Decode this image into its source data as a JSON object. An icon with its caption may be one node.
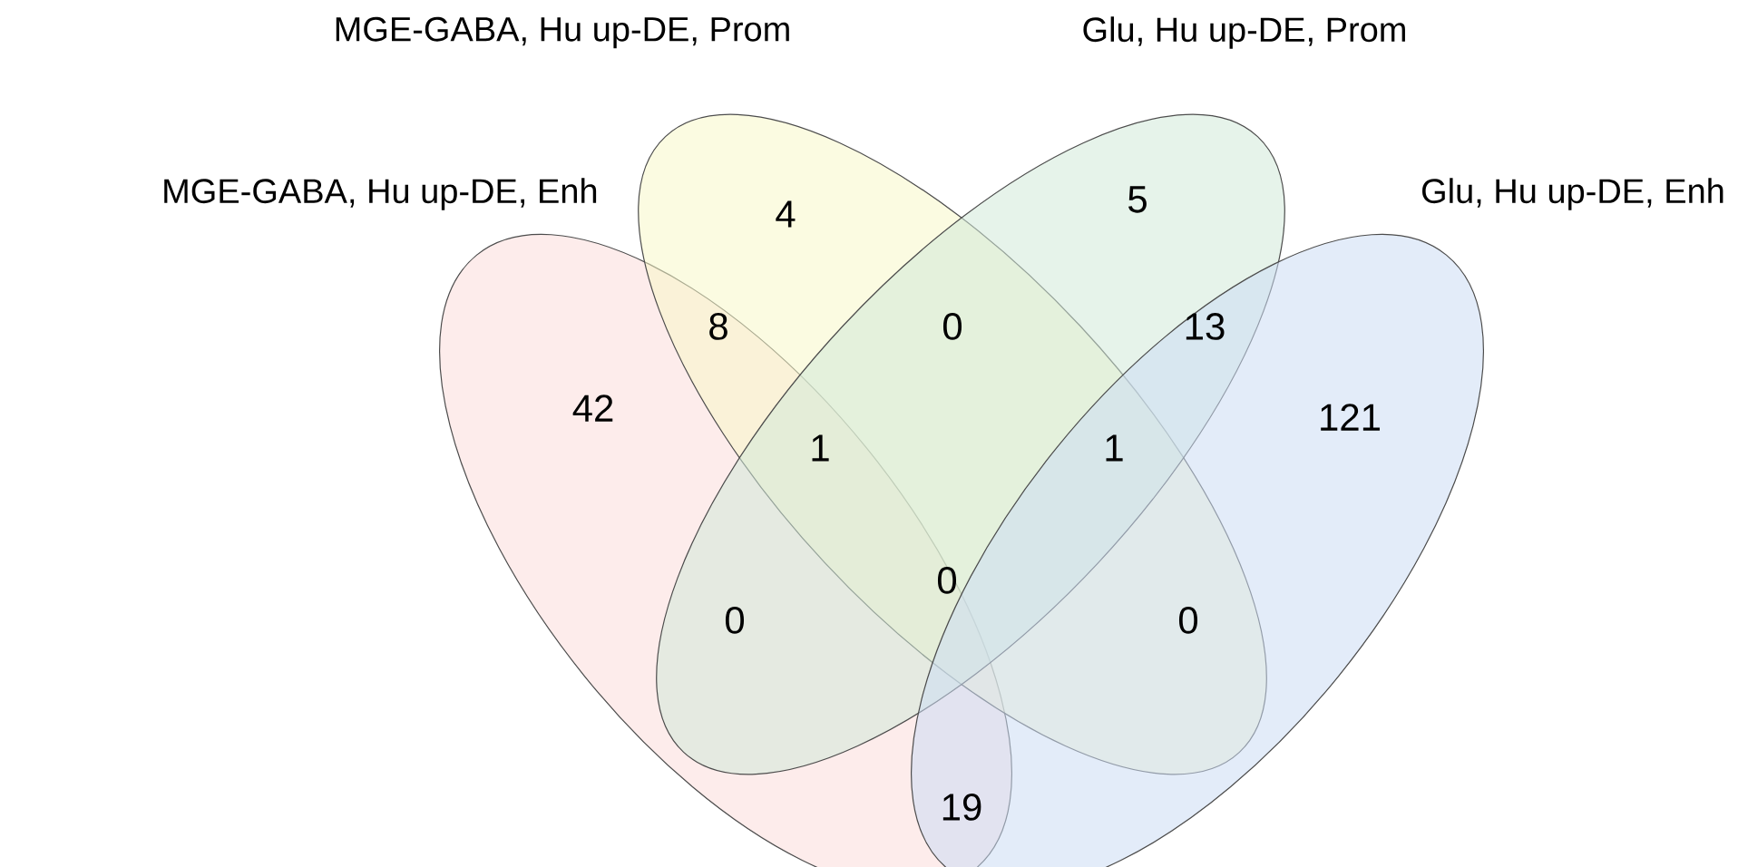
{
  "diagram": {
    "nodes": [
      {
        "text": [
          "MGE-GABA, Hu up-DE, Enh"
        ]
      },
      {
        "text": [
          "MGE-GABA, Hu up-DE, Prom"
        ]
      },
      {
        "text": [
          "Glu, Hu up-DE, Prom"
        ]
      },
      {
        "text": [
          "Glu, Hu up-DE, Enh"
        ]
      }
    ],
    "labels": [
      "4",
      "5",
      "8",
      "0",
      "13",
      "42",
      "121",
      "1",
      "1",
      "0",
      "0",
      "0",
      "19"
    ]
  }
}
